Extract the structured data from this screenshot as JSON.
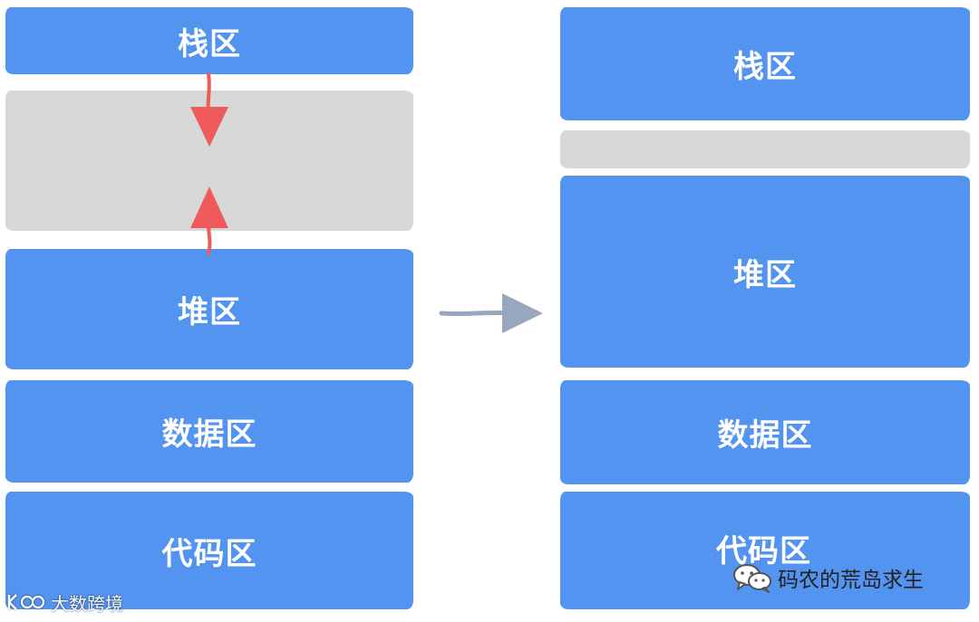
{
  "before": {
    "stack": "栈区",
    "heap": "堆区",
    "data": "数据区",
    "code": "代码区"
  },
  "after": {
    "stack": "栈区",
    "heap": "堆区",
    "data": "数据区",
    "code": "代码区"
  },
  "colors": {
    "segment_blue": "#5394f0",
    "free_gray": "#d8d8d8",
    "growth_arrow": "#ef5a5a",
    "transition_arrow": "#97a7bd"
  },
  "watermarks": {
    "left": "大数跨境",
    "right": "码农的荒岛求生"
  }
}
